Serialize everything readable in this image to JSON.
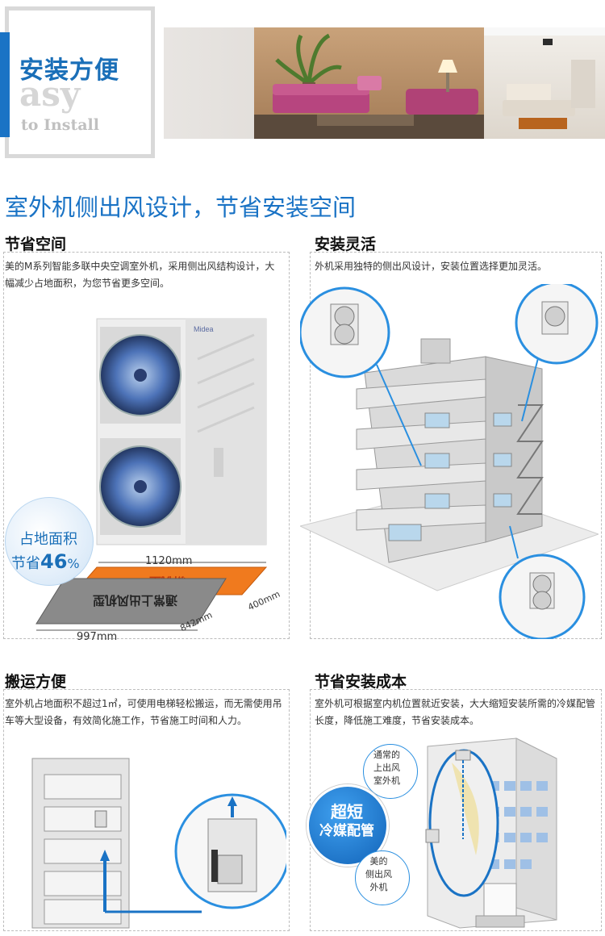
{
  "header": {
    "title": "安装方便",
    "subtitle_large": "asy",
    "subtitle_small": "to Install"
  },
  "main_heading": "室外机侧出风设计，节省安装空间",
  "sections": {
    "space": {
      "title": "节省空间",
      "desc": "美的M系列智能多联中央空调室外机，采用侧出风结构设计，大幅减少占地面积，为您节省更多空间。",
      "brand": "Midea",
      "badge_line1": "占地面积",
      "badge_line2_prefix": "节省",
      "badge_percent": "46",
      "badge_percent_sign": "%",
      "dim_width_new": "1120mm",
      "dim_depth_new": "400mm",
      "dim_width_old": "997mm",
      "dim_depth_old": "842mm",
      "footprint_new": "新机型",
      "footprint_old": "通常上出风机型"
    },
    "flexible": {
      "title": "安装灵活",
      "desc": "外机采用独特的侧出风设计，安装位置选择更加灵活。"
    },
    "transport": {
      "title": "搬运方便",
      "desc": "室外机占地面积不超过1㎡，可使用电梯轻松搬运，而无需使用吊车等大型设备，有效简化施工作，节省施工时间和人力。"
    },
    "cost": {
      "title": "节省安装成本",
      "desc": "室外机可根据室内机位置就近安装，大大缩短安装所需的冷媒配管长度，降低施工难度，节省安装成本。",
      "label_top": [
        "通常的",
        "上出风",
        "室外机"
      ],
      "badge": [
        "超短",
        "冷媒配管"
      ],
      "label_bottom": [
        "美的",
        "侧出风",
        "外机"
      ]
    }
  },
  "colors": {
    "accent": "#1a73c5",
    "badge_text": "#1a6fb8",
    "orange": "#f07a1e",
    "gray_panel": "#8a8a8a"
  }
}
